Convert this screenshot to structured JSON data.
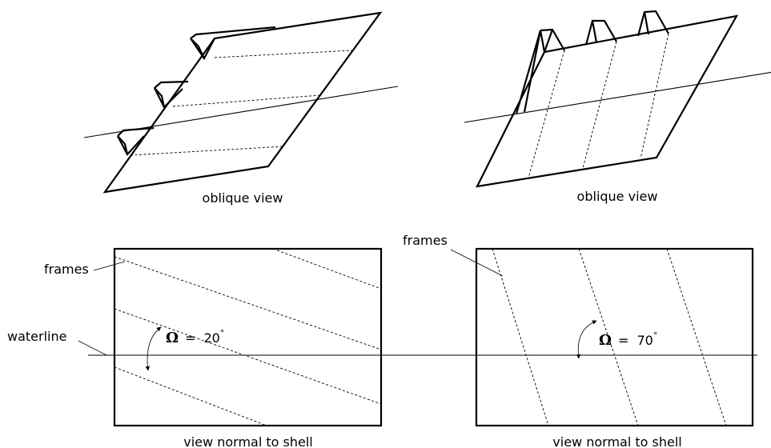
{
  "labels": {
    "oblique_view": "oblique view",
    "view_normal": "view normal to shell",
    "frames": "frames",
    "waterline": "waterline",
    "omega_symbol": "Ω",
    "equals": "=",
    "degree": "°"
  },
  "cases": [
    {
      "angle_value": "20"
    },
    {
      "angle_value": "70"
    }
  ]
}
